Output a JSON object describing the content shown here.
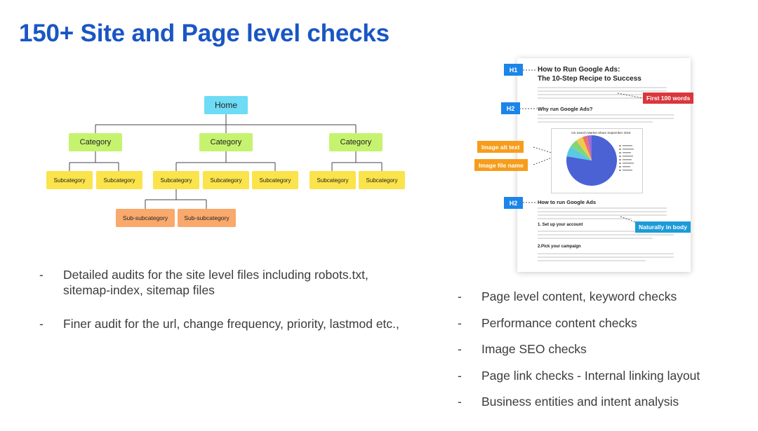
{
  "title": "150+ Site and Page level checks",
  "tree": {
    "home": "Home",
    "category": "Category",
    "subcategory": "Subcategory",
    "sub_subcategory": "Sub-subcategory"
  },
  "left_bullets": [
    "Detailed audits for the site level files including robots.txt, sitemap-index, sitemap files",
    "Finer audit for the url, change frequency, priority, lastmod etc.,"
  ],
  "right_bullets": [
    "Page level content, keyword checks",
    "Performance content checks",
    "Image SEO checks",
    "Page link checks - Internal linking layout",
    "Business entities and intent analysis"
  ],
  "bullet_marker": "-",
  "doc": {
    "h1_tag": "H1",
    "h2_tag": "H2",
    "title_line1": "How to Run Google Ads:",
    "title_line2": "The 10-Step Recipe to Success",
    "first_100": "First 100 words",
    "why_heading": "Why run Google Ads?",
    "image_alt": "Image alt text",
    "image_file": "Image file name",
    "chart_title": "US Search Market Share September 2018",
    "how_heading": "How to run Google Ads",
    "naturally": "Naturally in body",
    "step1": "1. Set up your account",
    "step2": "2.Pick your campaign"
  },
  "colors": {
    "title": "#1a56c4",
    "home": "#6ddcf4",
    "category": "#c6f36f",
    "subcategory": "#fbe34b",
    "sub_subcategory": "#f9a96c",
    "h_tag": "#1b85e8",
    "first_100": "#d9373d",
    "image_label": "#f79d1b",
    "naturally": "#1d9bd8"
  }
}
